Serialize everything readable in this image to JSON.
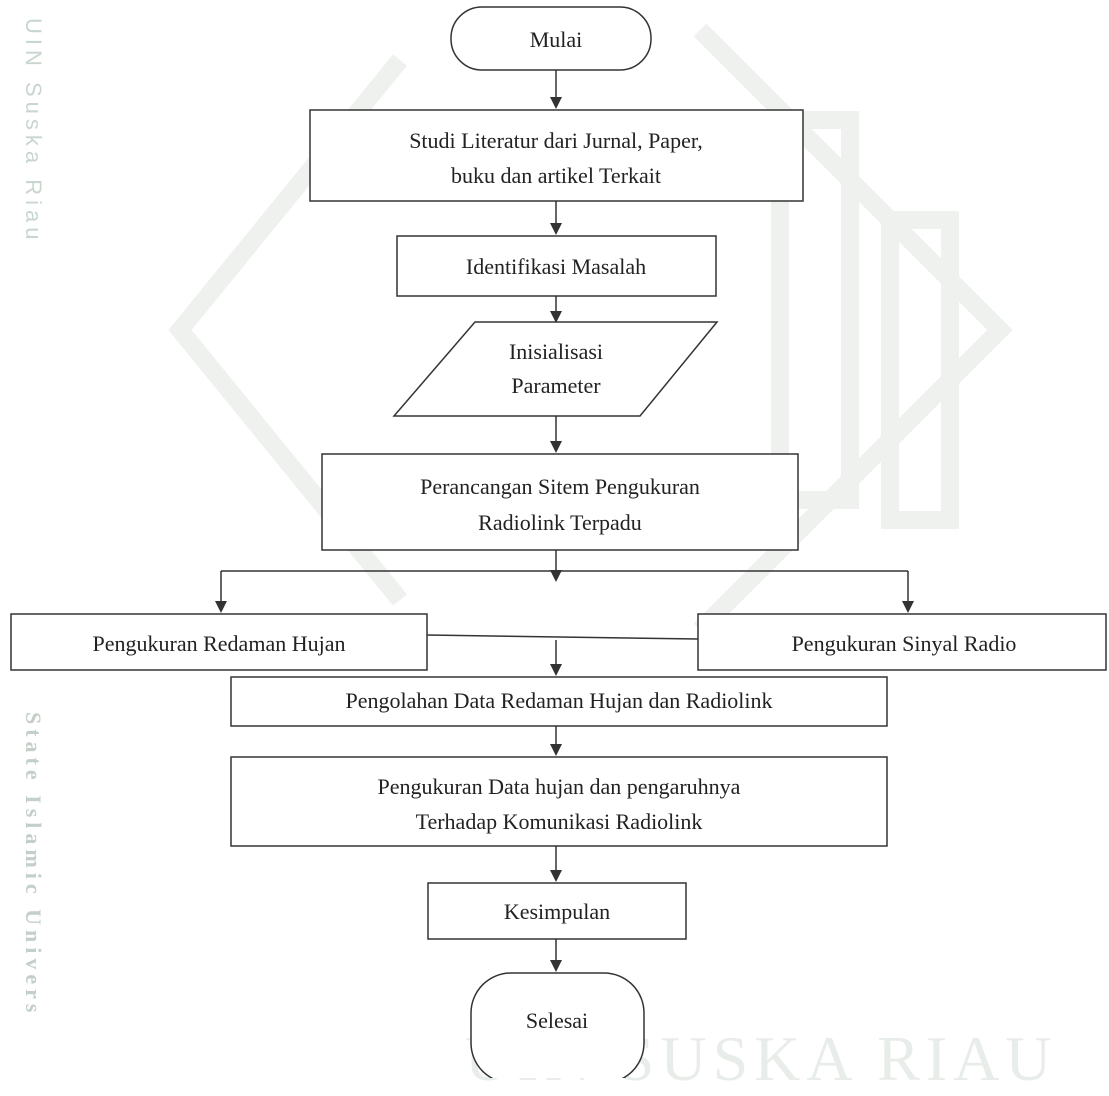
{
  "watermark": {
    "side_top": "UIN Suska Riau",
    "side_bottom": "State Islamic Univers",
    "bottom": "UIN SUSKA RIAU"
  },
  "flowchart": {
    "start": "Mulai",
    "literature": [
      "Studi Literatur dari Jurnal, Paper,",
      "buku dan artikel Terkait"
    ],
    "identify": "Identifikasi Masalah",
    "init": [
      "Inisialisasi",
      "Parameter"
    ],
    "design": [
      "Perancangan Sitem Pengukuran",
      "Radiolink Terpadu"
    ],
    "rain": "Pengukuran Redaman Hujan",
    "signal": "Pengukuran Sinyal Radio",
    "processing": "Pengolahan Data Redaman Hujan dan Radiolink",
    "analysis": [
      "Pengukuran Data hujan dan pengaruhnya",
      "Terhadap Komunikasi Radiolink"
    ],
    "conclusion": "Kesimpulan",
    "end": "Selesai"
  }
}
